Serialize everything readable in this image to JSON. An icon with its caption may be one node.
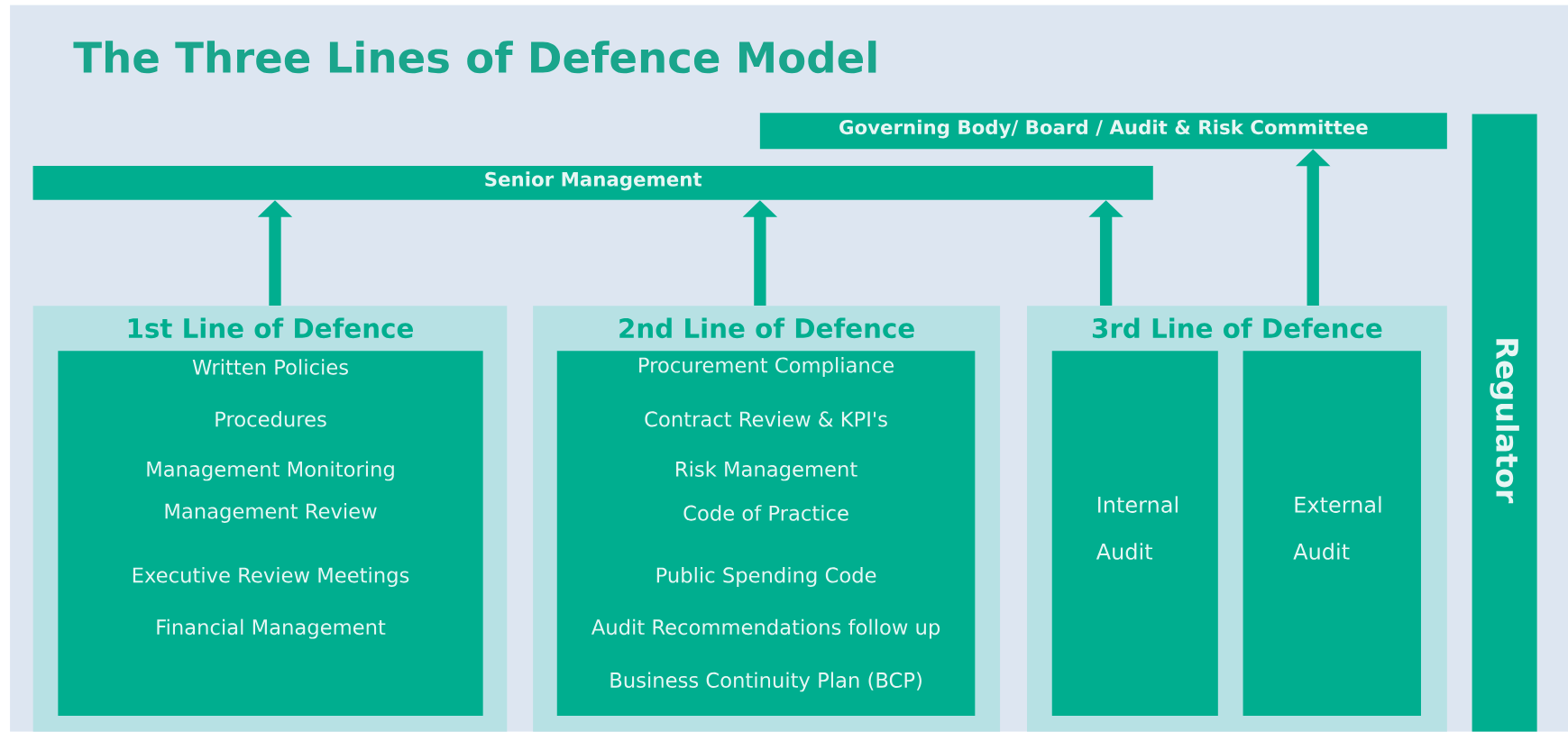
{
  "diagram": {
    "title": "The Three Lines of Defence Model",
    "nodes": [
      {
        "text": [
          "Governing Body/ Board / Audit & Risk Committee"
        ]
      },
      {
        "text": [
          "Senior Management"
        ]
      },
      {
        "text": [
          "Regulator"
        ]
      },
      {
        "text": [
          "1st Line of Defence"
        ]
      },
      {
        "text": [
          "Written Policies",
          "Procedures",
          "Management Monitoring",
          "Management Review",
          "Executive Review Meetings",
          "Financial Management"
        ],
        "in": 3
      },
      {
        "text": [
          "2nd Line of Defence"
        ]
      },
      {
        "text": [
          "Procurement Compliance",
          "Contract Review & KPI's",
          "Risk Management",
          "Code of Practice",
          "Public Spending Code",
          "Audit Recommendations follow up",
          "Business Continuity Plan (BCP)"
        ],
        "in": 5
      },
      {
        "text": [
          "3rd Line of Defence"
        ]
      },
      {
        "text": [
          "Internal Audit"
        ],
        "in": 7
      },
      {
        "text": [
          "External Audit"
        ],
        "in": 7
      }
    ],
    "edges": [
      {
        "from": 3,
        "to": 1,
        "arrow": "to"
      },
      {
        "from": 5,
        "to": 1,
        "arrow": "to"
      },
      {
        "from": 7,
        "to": 1,
        "arrow": "to"
      },
      {
        "from": 7,
        "to": 0,
        "arrow": "to"
      }
    ]
  }
}
